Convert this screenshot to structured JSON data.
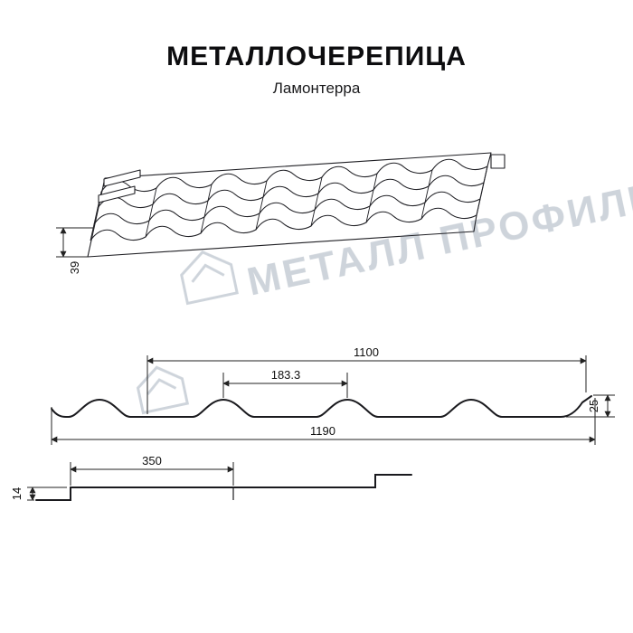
{
  "title": "МЕТАЛЛОЧЕРЕПИЦА",
  "subtitle": "Ламонтерра",
  "watermark": {
    "brand": "МЕТАЛЛ ПРОФИЛЬ"
  },
  "perspective_view": {
    "step_height_mm": "39"
  },
  "cross_section": {
    "cover_width_mm": "1100",
    "wave_step_mm": "183.3",
    "profile_height_mm": "25",
    "full_width_mm": "1190"
  },
  "longitudinal_profile": {
    "module_length_mm": "350",
    "step_height_mm": "14"
  }
}
